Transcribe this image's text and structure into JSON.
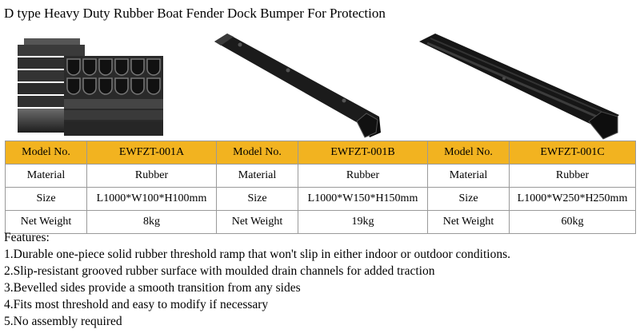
{
  "title": "D type Heavy Duty Rubber Boat Fender Dock Bumper For Protection",
  "images": [
    {
      "alt": "stacked D type rubber fenders"
    },
    {
      "alt": "D type rubber fender with mounting holes"
    },
    {
      "alt": "grooved rubber fender bar"
    }
  ],
  "table": {
    "header": [
      "Model No.",
      "EWFZT-001A",
      "Model No.",
      "EWFZT-001B",
      "Model No.",
      "EWFZT-001C"
    ],
    "rows": [
      [
        "Material",
        "Rubber",
        "Material",
        "Rubber",
        "Material",
        "Rubber"
      ],
      [
        "Size",
        "L1000*W100*H100mm",
        "Size",
        "L1000*W150*H150mm",
        "Size",
        "L1000*W250*H250mm"
      ],
      [
        "Net Weight",
        "8kg",
        "Net Weight",
        "19kg",
        "Net Weight",
        "60kg"
      ]
    ]
  },
  "colors": {
    "header_bg": "#f2b320",
    "border": "#9a9a9a",
    "rubber": "#1a1a1a"
  },
  "features": {
    "heading": "Features:",
    "items": [
      "1.Durable one-piece solid rubber threshold ramp that won't slip in either indoor or outdoor conditions.",
      "2.Slip-resistant grooved rubber surface with moulded drain channels for added traction",
      "3.Bevelled sides provide a smooth transition from any sides",
      "4.Fits most threshold and easy to modify if necessary",
      "5.No assembly required"
    ]
  }
}
